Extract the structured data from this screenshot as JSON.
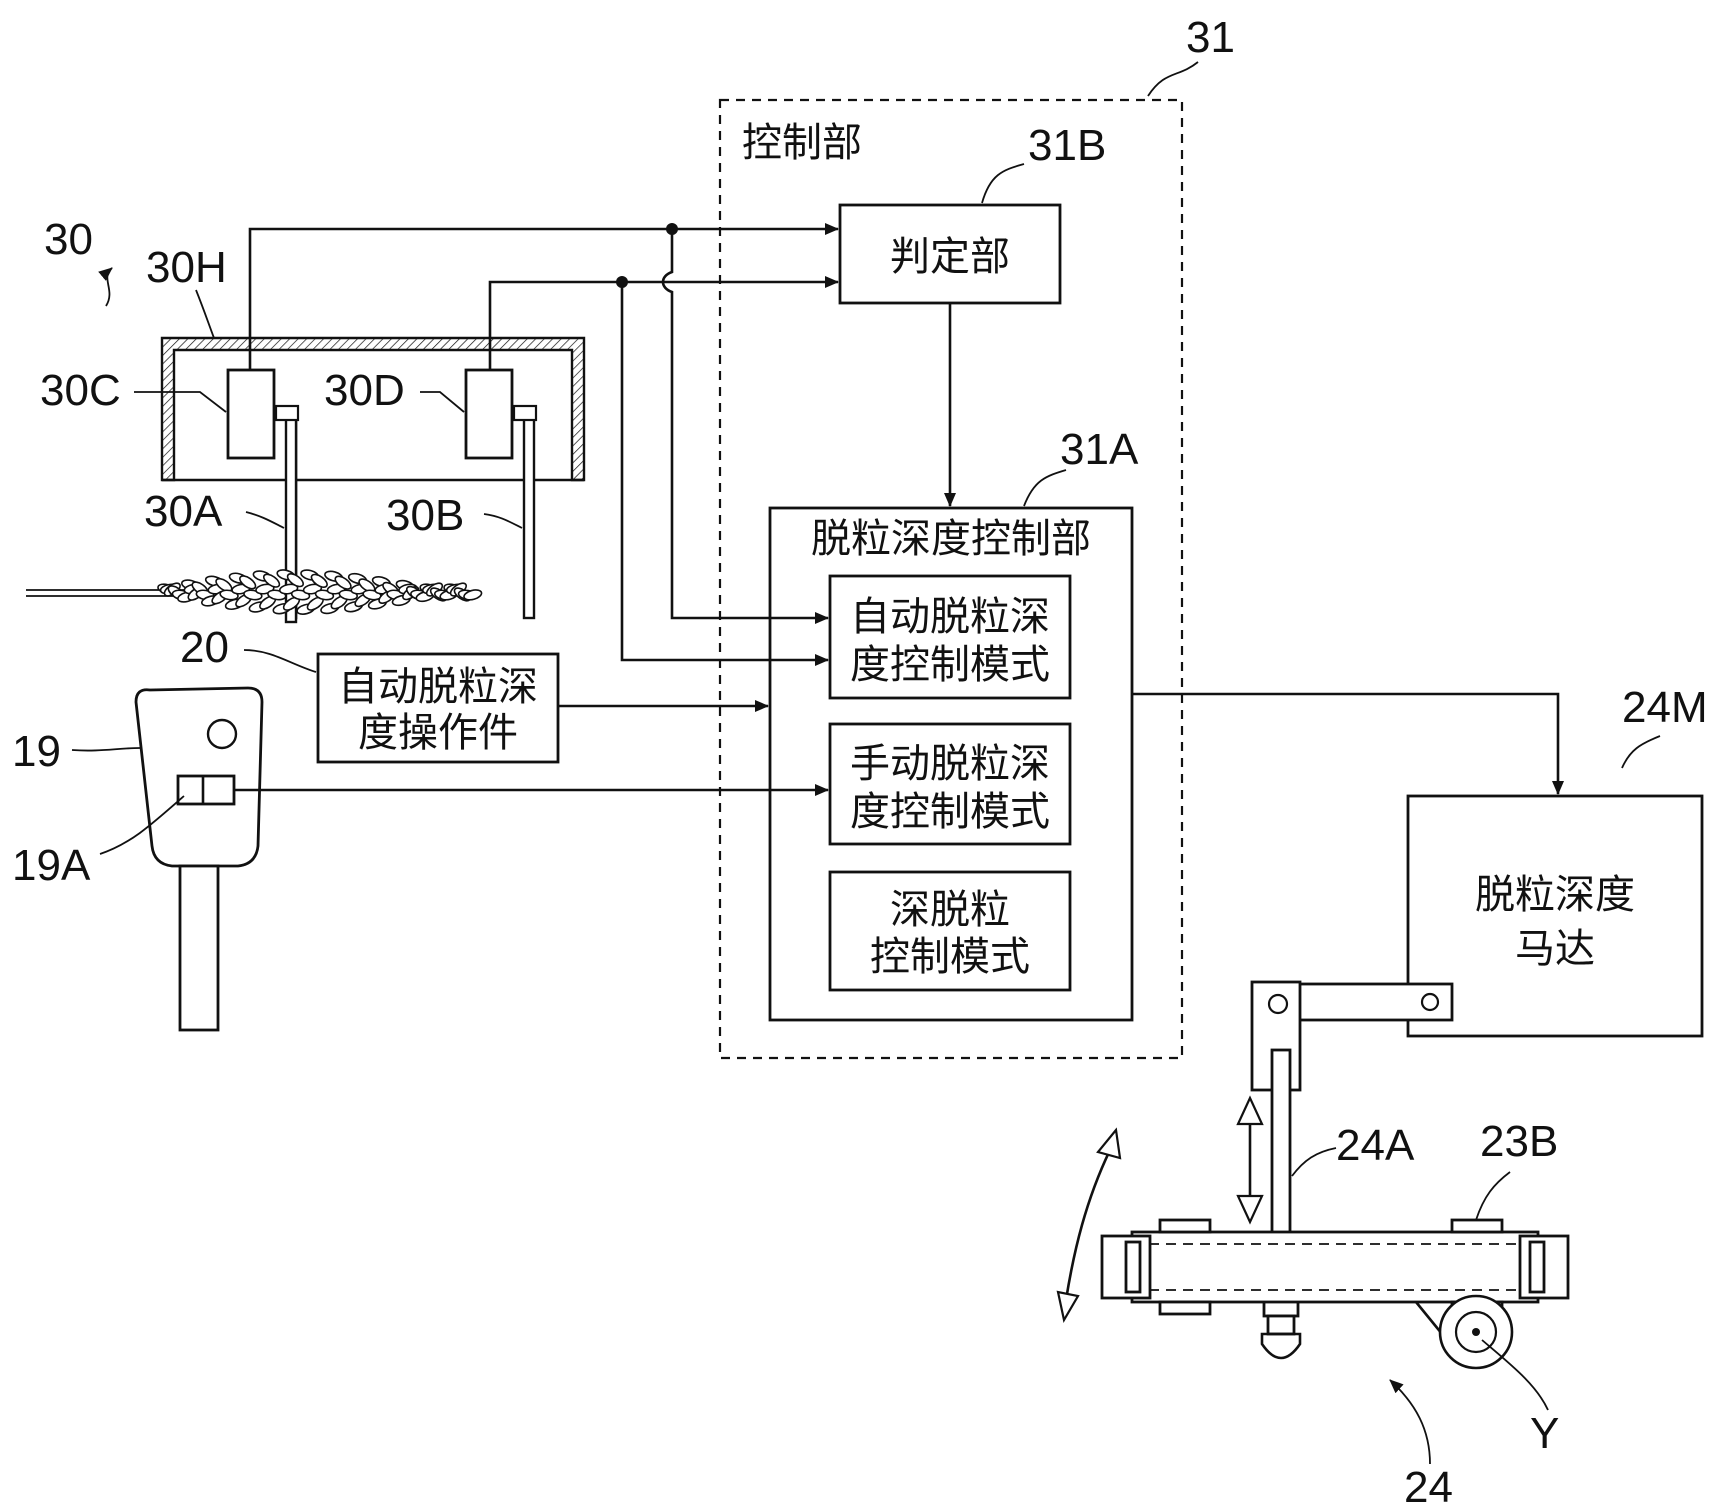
{
  "refs": {
    "r31": "31",
    "r31B": "31B",
    "r31A": "31A",
    "r30": "30",
    "r30H": "30H",
    "r30C": "30C",
    "r30D": "30D",
    "r30A": "30A",
    "r30B": "30B",
    "r20": "20",
    "r19": "19",
    "r19A": "19A",
    "r24M": "24M",
    "r24A": "24A",
    "r23B": "23B",
    "r24": "24",
    "rY": "Y"
  },
  "control_unit": {
    "label": "控制部"
  },
  "judgment_unit": {
    "label": "判定部"
  },
  "depth_control_unit": {
    "label": "脱粒深度控制部"
  },
  "modes": {
    "auto": {
      "line1": "自动脱粒深",
      "line2": "度控制模式"
    },
    "manual": {
      "line1": "手动脱粒深",
      "line2": "度控制模式"
    },
    "deep": {
      "line1": "深脱粒",
      "line2": "控制模式"
    }
  },
  "operator": {
    "line1": "自动脱粒深",
    "line2": "度操作件"
  },
  "motor": {
    "line1": "脱粒深度",
    "line2": "马达"
  }
}
